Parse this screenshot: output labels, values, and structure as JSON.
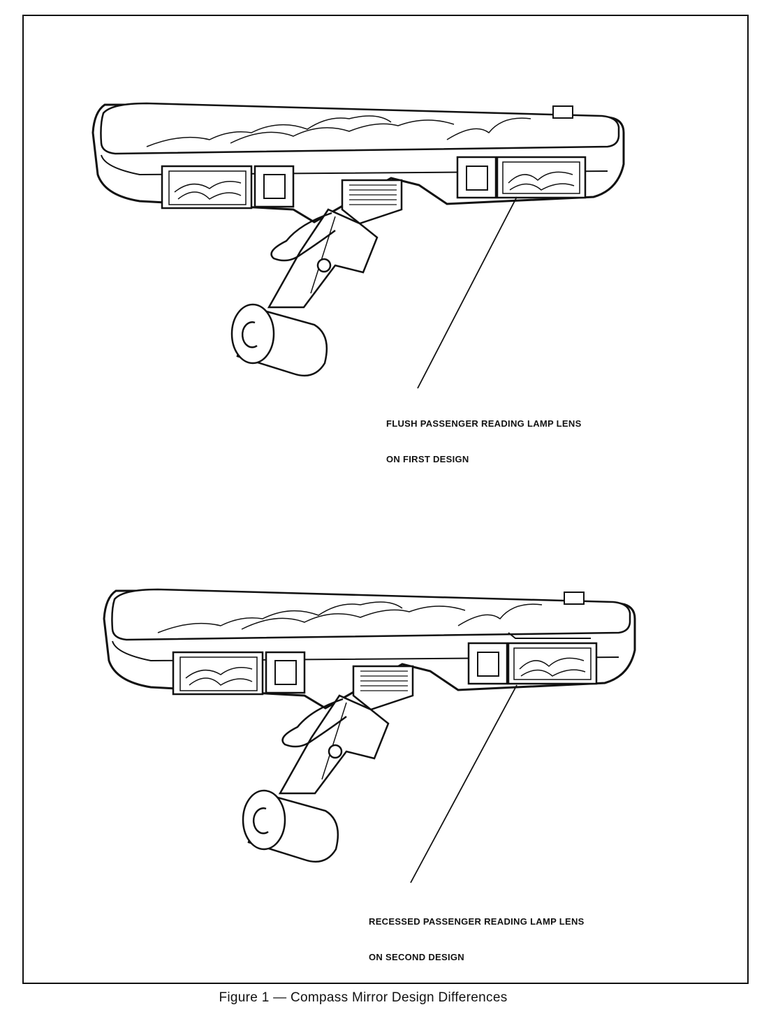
{
  "figure": {
    "caption": "Figure 1 — Compass Mirror Design Differences"
  },
  "mirrors": [
    {
      "name": "first-design",
      "callout_line1": "FLUSH PASSENGER READING LAMP LENS",
      "callout_line2": "ON FIRST DESIGN"
    },
    {
      "name": "second-design",
      "callout_line1": "RECESSED PASSENGER READING LAMP LENS",
      "callout_line2": "ON SECOND DESIGN"
    }
  ]
}
